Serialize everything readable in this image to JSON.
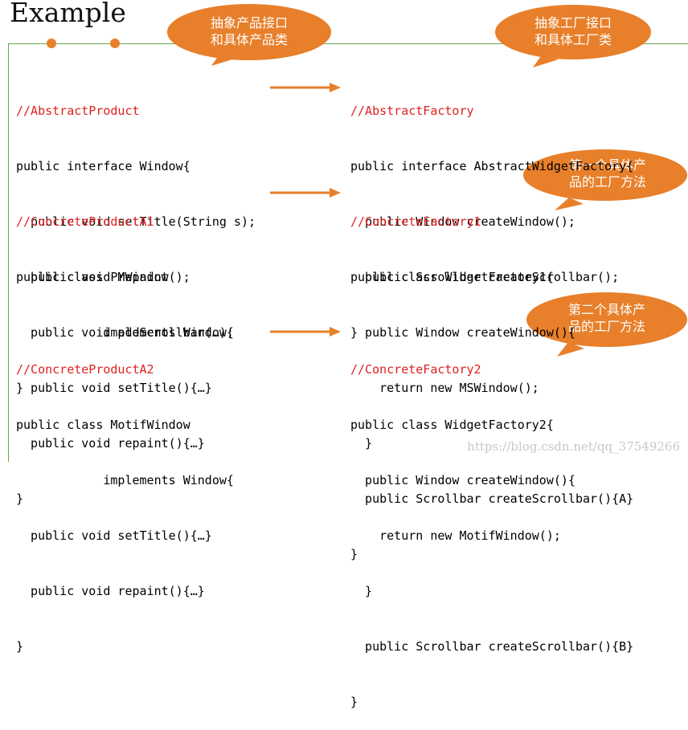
{
  "title": "Example",
  "colors": {
    "accent": "#e87f2a",
    "frame": "#6aa84f",
    "comment": "#e02020"
  },
  "bubbles": {
    "abstract_product": [
      "抽象产品接口",
      "和具体产品类"
    ],
    "abstract_factory": [
      "抽象工厂接口",
      "和具体工厂类"
    ],
    "first_factory": [
      "第一个具体产",
      "品的工厂方法"
    ],
    "second_factory": [
      "第二个具体产",
      "品的工厂方法"
    ]
  },
  "blocks": {
    "abstract_product": {
      "comment": "//AbstractProduct",
      "lines": [
        "public interface Window{",
        "  public void setTitle(String s);",
        "  public void repaint();",
        "  public void addScrollbar(…);",
        "}"
      ]
    },
    "product_a1": {
      "comment": "//ConcreteProductA1",
      "lines": [
        "public class PMWindow",
        "            implements Window{",
        "  public void setTitle(){…}",
        "  public void repaint(){…}",
        "}"
      ]
    },
    "product_a2": {
      "comment": "//ConcreteProductA2",
      "lines": [
        "public class MotifWindow",
        "            implements Window{",
        "  public void setTitle(){…}",
        "  public void repaint(){…}",
        "}"
      ]
    },
    "abstract_factory": {
      "comment": "//AbstractFactory",
      "lines": [
        "public interface AbstractWidgetFactory{",
        "  public Window createWindow();",
        "  public Scrollbar createScrollbar();",
        "}"
      ]
    },
    "factory_1": {
      "comment": "//ConcreteFactory1",
      "lines": [
        "public class WidgetFactory1{",
        "  public Window createWindow(){",
        "    return new MSWindow();",
        "  }",
        "  public Scrollbar createScrollbar(){A}",
        "}"
      ]
    },
    "factory_2": {
      "comment": "//ConcreteFactory2",
      "lines": [
        "public class WidgetFactory2{",
        "  public Window createWindow(){",
        "    return new MotifWindow();",
        "  }",
        "  public Scrollbar createScrollbar(){B}",
        "}"
      ]
    }
  },
  "watermark": "https://blog.csdn.net/qq_37549266"
}
